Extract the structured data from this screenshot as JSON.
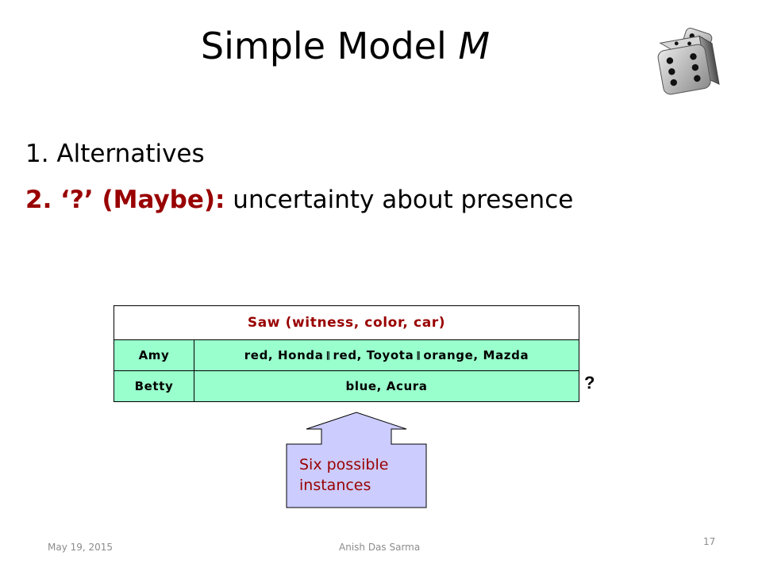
{
  "slide": {
    "title_main": "Simple Model ",
    "title_italic": "M",
    "bullets": [
      {
        "text": "1. Alternatives"
      },
      {
        "head": "2. ‘?’ (Maybe):",
        "rest": " uncertainty about presence"
      }
    ],
    "table": {
      "header": "Saw (witness, color, car)",
      "rows": [
        {
          "name": "Amy",
          "alts": [
            "red, Honda",
            "red, Toyota",
            "orange, Mazda"
          ]
        },
        {
          "name": "Betty",
          "alts": [
            "blue, Acura"
          ]
        }
      ],
      "separator": "‖",
      "maybe_mark": "?"
    },
    "callout": {
      "line1": "Six possible",
      "line2": "instances"
    },
    "footer": {
      "date": "May 19, 2015",
      "author": "Anish Das Sarma",
      "page": "17"
    },
    "colors": {
      "accent": "#990000",
      "table_fill": "#99ffcc",
      "callout_fill": "#ccccff"
    }
  }
}
